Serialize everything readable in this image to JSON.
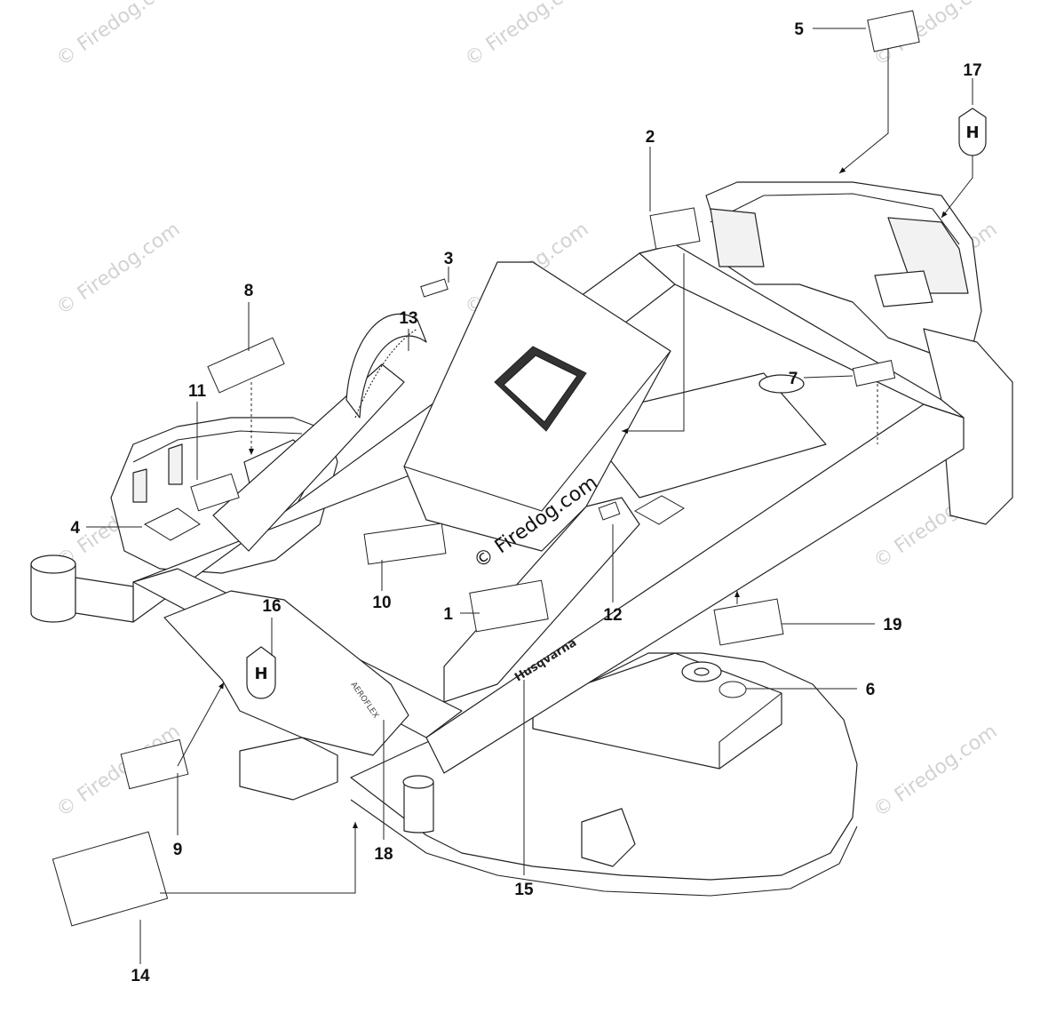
{
  "diagram": {
    "watermark_center": "© Firedog.com",
    "watermark_repeat": "© Firedog.com",
    "brand_text": "Husqvarna",
    "model_text": "AEROFLEX",
    "callouts": [
      "1",
      "2",
      "3",
      "4",
      "5",
      "6",
      "7",
      "8",
      "9",
      "10",
      "11",
      "12",
      "13",
      "14",
      "15",
      "16",
      "17",
      "18",
      "19"
    ]
  }
}
